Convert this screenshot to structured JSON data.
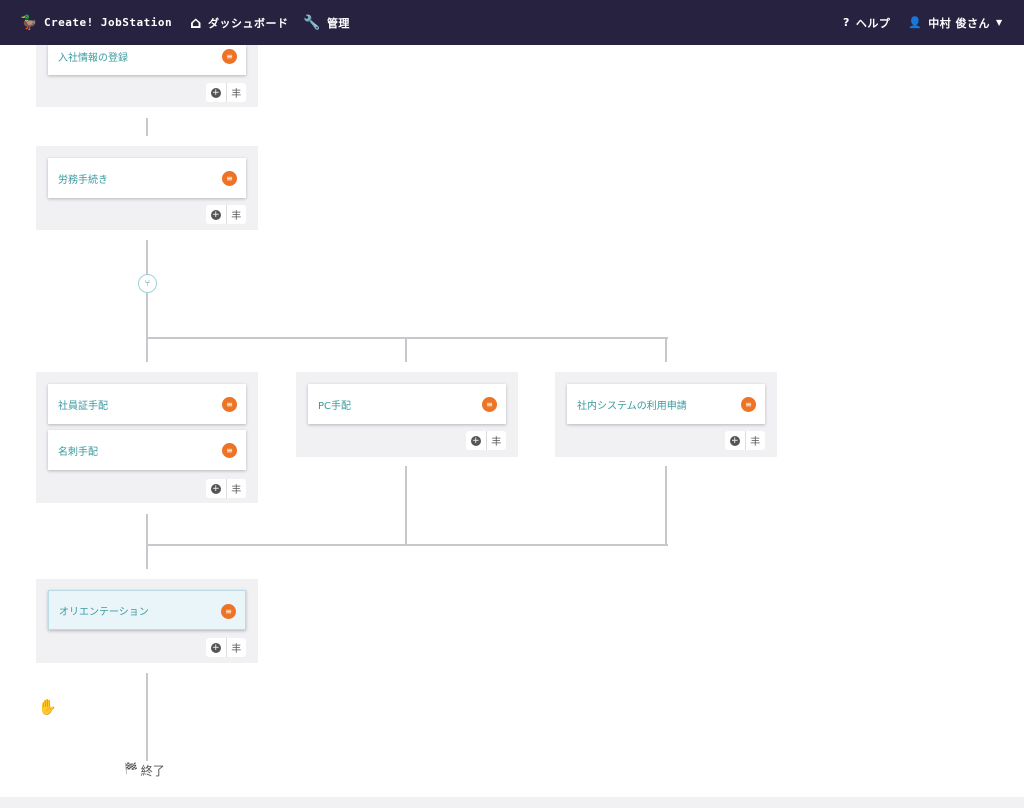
{
  "header": {
    "brand": "Create! JobStation",
    "nav": [
      {
        "label": "ダッシュボード",
        "icon": "home-icon"
      },
      {
        "label": "管理",
        "icon": "wrench-icon"
      }
    ],
    "help": "ヘルプ",
    "user": "中村 俊さん"
  },
  "groups": [
    {
      "cards": [
        "入社情報の登録"
      ]
    },
    {
      "cards": [
        "労務手続き"
      ]
    },
    {
      "cards": [
        "社員証手配",
        "名刺手配"
      ]
    },
    {
      "cards": [
        "PC手配"
      ]
    },
    {
      "cards": [
        "社内システムの利用申請"
      ]
    },
    {
      "cards": [
        "オリエンテーション"
      ]
    }
  ],
  "end_label": "終了",
  "colors": {
    "header": "#27223f",
    "accent": "#3a9aa0",
    "badge": "#ee7324"
  }
}
